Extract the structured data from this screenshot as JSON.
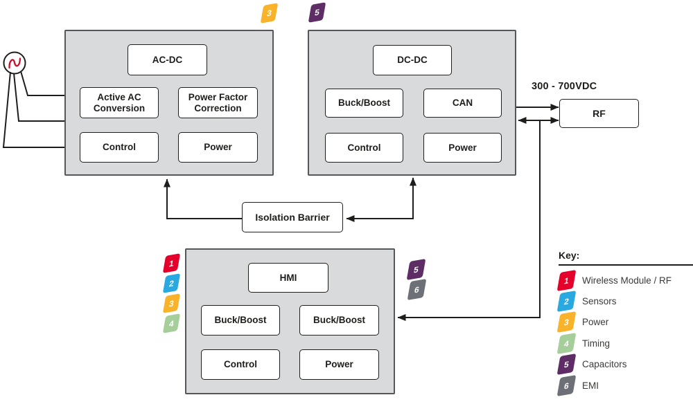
{
  "blocks": {
    "ac_dc": {
      "title": "AC-DC",
      "cells": [
        "Active AC Conversion",
        "Power Factor Correction",
        "Control",
        "Power"
      ],
      "badges": [
        "3"
      ]
    },
    "dc_dc": {
      "title": "DC-DC",
      "cells": [
        "Buck/Boost",
        "CAN",
        "Control",
        "Power"
      ],
      "badges": [
        "5"
      ]
    },
    "hmi": {
      "title": "HMI",
      "cells": [
        "Buck/Boost",
        "Buck/Boost",
        "Control",
        "Power"
      ],
      "badges_left": [
        "1",
        "2",
        "3",
        "4"
      ],
      "badges_right": [
        "5",
        "6"
      ]
    }
  },
  "connectors": {
    "isolation_barrier": "Isolation Barrier",
    "bus_label": "300 - 700VDC",
    "rf": "RF"
  },
  "icons": {
    "source": "ac-sine-source-icon"
  },
  "legend": {
    "title": "Key:",
    "items": [
      {
        "num": "1",
        "label": "Wireless Module / RF",
        "color": "#e4002b"
      },
      {
        "num": "2",
        "label": "Sensors",
        "color": "#29a9e0"
      },
      {
        "num": "3",
        "label": "Power",
        "color": "#f9b32b"
      },
      {
        "num": "4",
        "label": "Timing",
        "color": "#a6ce9b"
      },
      {
        "num": "5",
        "label": "Capacitors",
        "color": "#5e2d66"
      },
      {
        "num": "6",
        "label": "EMI",
        "color": "#6d7076"
      }
    ]
  },
  "colors": {
    "block_fill": "#d9dadb",
    "block_border": "#54565a",
    "line": "#1d1d1b",
    "ac_wave": "#c8102e"
  }
}
